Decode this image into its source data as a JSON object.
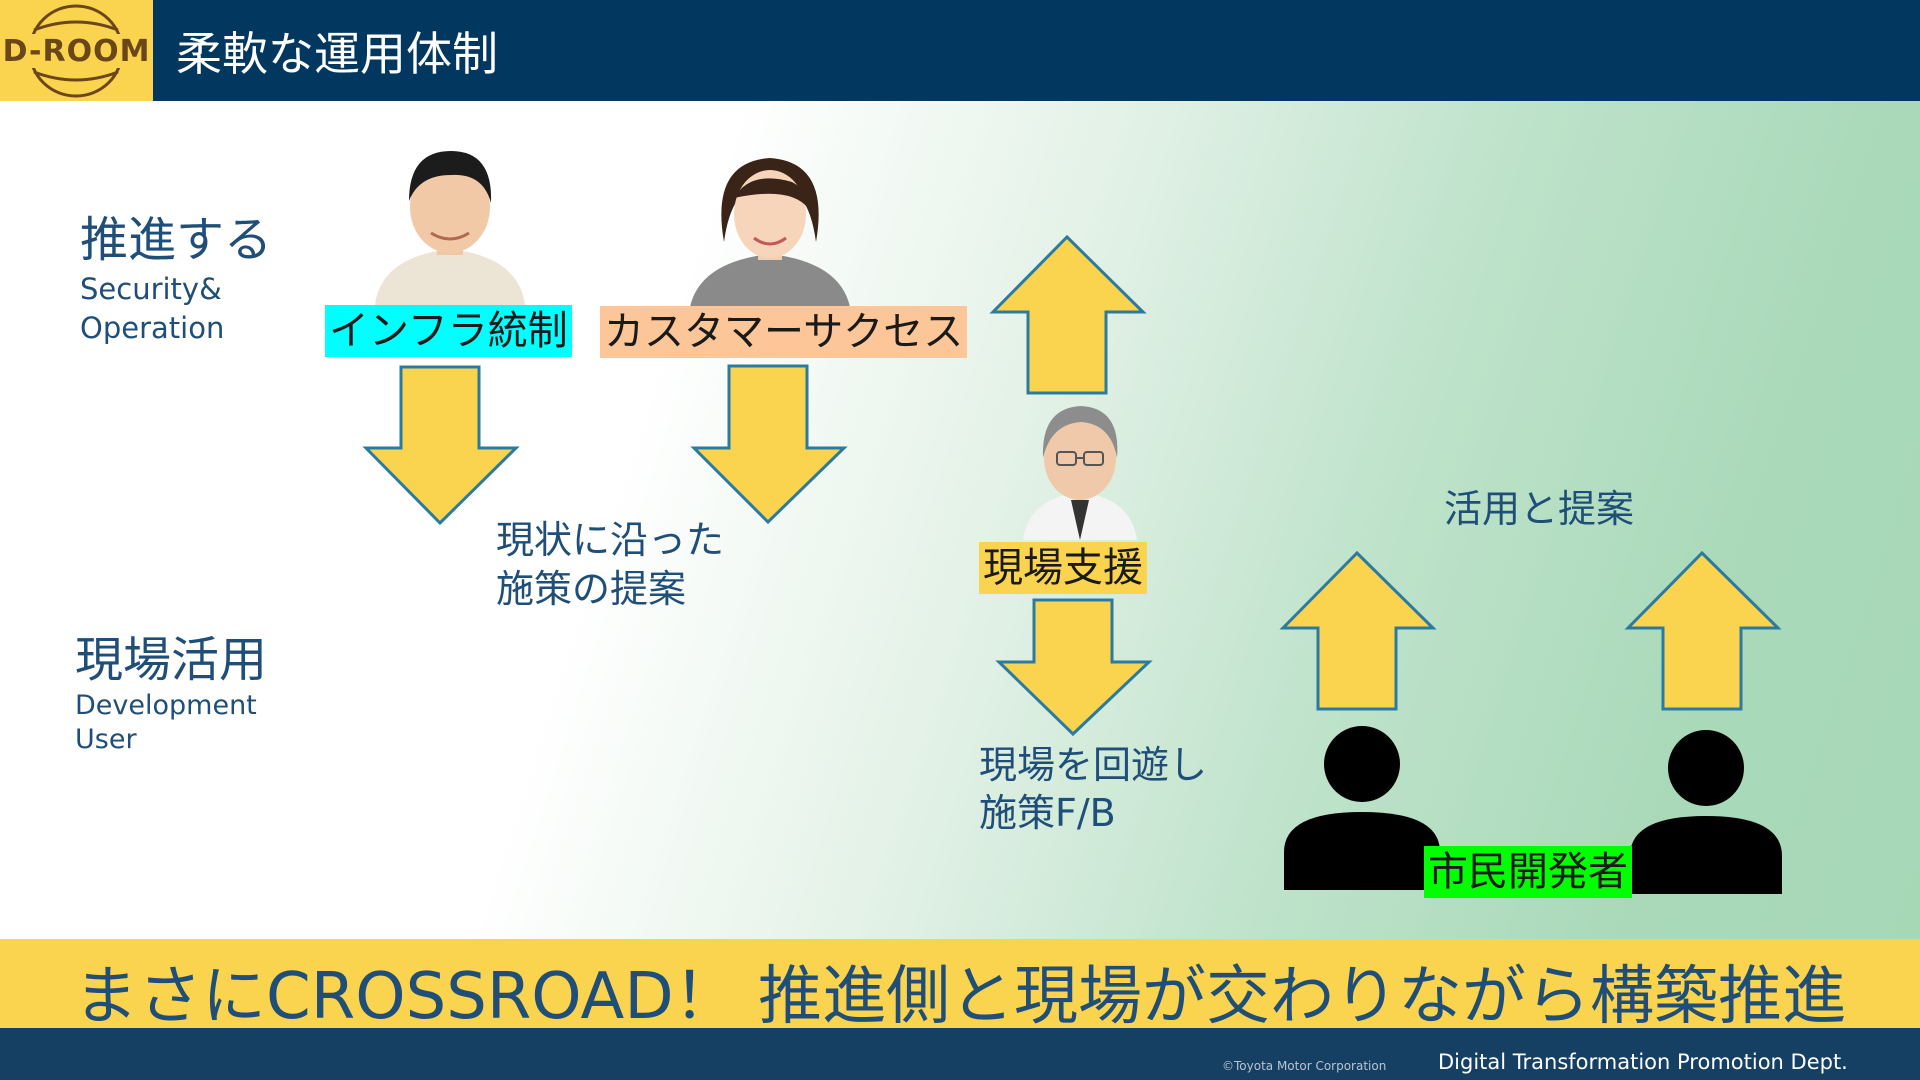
{
  "header": {
    "logo_text": "D-ROOM",
    "title": "柔軟な運用体制"
  },
  "rows": {
    "promote": {
      "title": "推進する",
      "sub1": "Security&",
      "sub2": "Operation"
    },
    "field": {
      "title": "現場活用",
      "sub1": "Development",
      "sub2": "User"
    }
  },
  "tags": {
    "infra": "インフラ統制",
    "customer": "カスタマーサクセス",
    "support": "現場支援",
    "citizen": "市民開発者"
  },
  "tag_colors": {
    "infra": "#00ffff",
    "customer": "#fcc698",
    "support": "#fad44e",
    "citizen": "#00ff00"
  },
  "notes": {
    "proposal_1": "現状に沿った",
    "proposal_2": "施策の提案",
    "feedback_1": "現場を回遊し",
    "feedback_2": "施策F/B",
    "usage": "活用と提案"
  },
  "arrow_colors": {
    "fill": "#fad44e",
    "stroke": "#2b7ba0"
  },
  "banner": "まさにCROSSROAD！ 推進側と現場が交わりながら構築推進",
  "footer": {
    "copyright": "©Toyota Motor Corporation",
    "department": "Digital Transformation Promotion Dept."
  }
}
